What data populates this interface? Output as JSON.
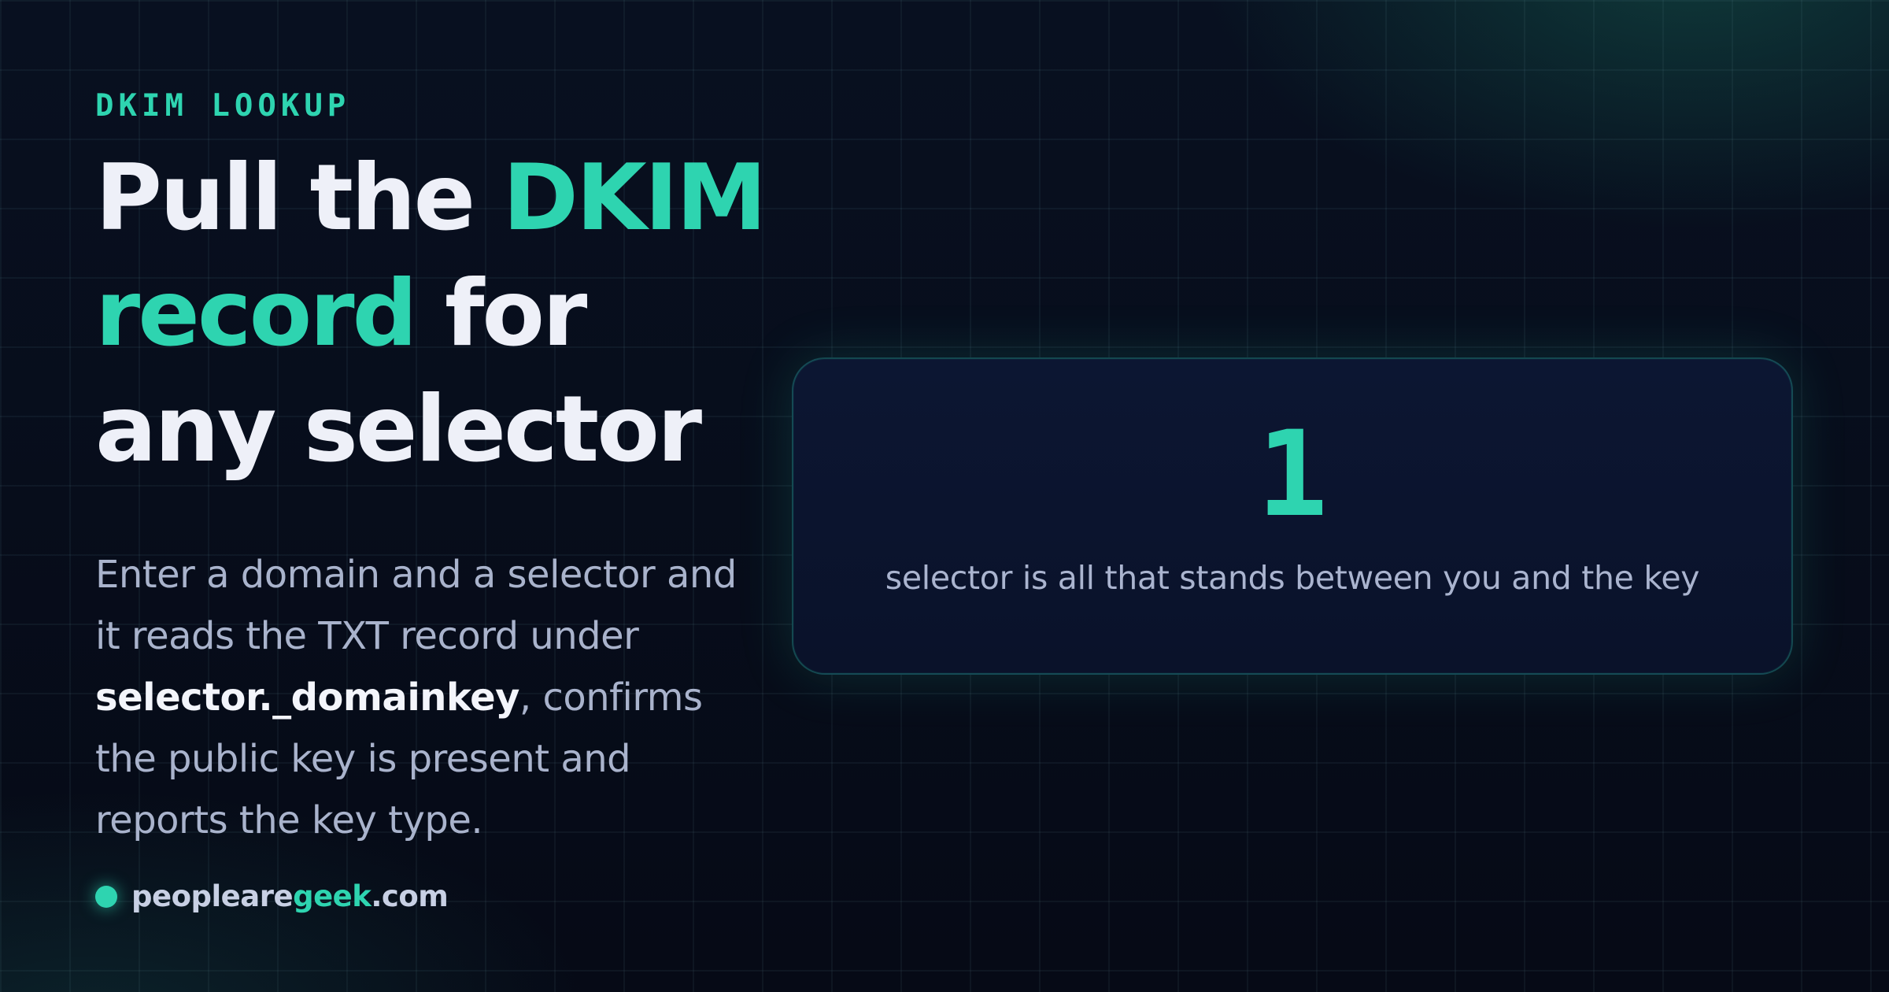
{
  "eyebrow": "DKIM LOOKUP",
  "headline": {
    "part1": "Pull the ",
    "accent1": "DKIM",
    "accent2": "record",
    "part2": " for",
    "part3": "any selector"
  },
  "description": {
    "before": "Enter a domain and a selector and it reads the TXT record under ",
    "strong": "selector._domainkey",
    "after": ", confirms the public key is present and reports the key type."
  },
  "brand": {
    "prefix": "peopleare",
    "accent": "geek",
    "suffix": ".com"
  },
  "stat_card": {
    "number": "1",
    "caption": "selector is all that stands between you and the key"
  },
  "colors": {
    "accent": "#2ed4b0",
    "background": "#070b18",
    "card_background": "#0c1632",
    "headline_text": "#eef0f8",
    "body_text": "#a9b3cc"
  }
}
